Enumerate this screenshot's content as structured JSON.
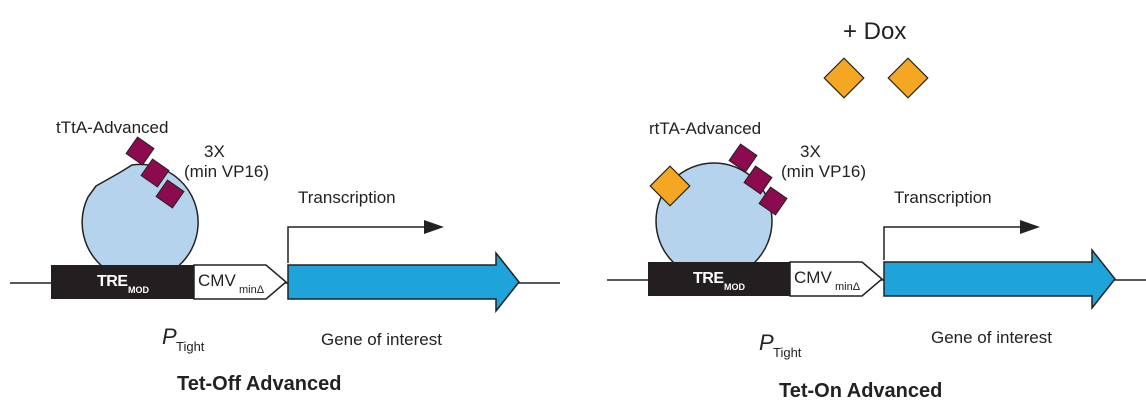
{
  "colors": {
    "protein": "#b5d3ec",
    "vp16": "#8c0a4e",
    "dox": "#f5a623",
    "gene": "#1ea3da",
    "tre_box": "#231f20",
    "line": "#222222"
  },
  "left_panel": {
    "activator_label": "tA-Advanced",
    "activator_prefix": "t",
    "domain_label_line1": "3X",
    "domain_label_line2": "(min VP16)",
    "transcription_label": "Transcription",
    "tre_label": "TRE",
    "tre_subscript": "MOD",
    "cmv_label": "CMV",
    "cmv_subscript": "minΔ",
    "gene_label": "Gene of interest",
    "promoter_label": "P",
    "promoter_subscript": "Tight",
    "title": "Tet-Off Advanced"
  },
  "right_panel": {
    "dox_label": "+ Dox",
    "activator_label": "rtTA-Advanced",
    "domain_label_line1": "3X",
    "domain_label_line2": "(min VP16)",
    "transcription_label": "Transcription",
    "tre_label": "TRE",
    "tre_subscript": "MOD",
    "cmv_label": "CMV",
    "cmv_subscript": "minΔ",
    "gene_label": "Gene of interest",
    "promoter_label": "P",
    "promoter_subscript": "Tight",
    "title": "Tet-On Advanced"
  }
}
